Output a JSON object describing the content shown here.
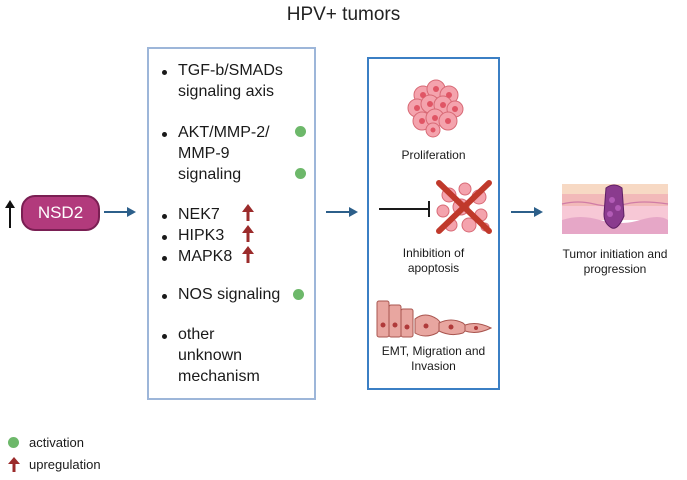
{
  "title": "HPV+ tumors",
  "source_node": {
    "label": "NSD2"
  },
  "mechanisms": [
    {
      "lines": [
        "TGF-b/SMADs",
        "signaling axis"
      ],
      "marker": "none"
    },
    {
      "lines": [
        "AKT/MMP-2/",
        "MMP-9",
        "signaling"
      ],
      "marker": "activation"
    },
    {
      "lines": [
        "NEK7"
      ],
      "marker": "upregulation"
    },
    {
      "lines": [
        "HIPK3"
      ],
      "marker": "upregulation"
    },
    {
      "lines": [
        "MAPK8"
      ],
      "marker": "upregulation"
    },
    {
      "lines": [
        "NOS signaling"
      ],
      "marker": "activation"
    },
    {
      "lines": [
        "other",
        "unknown",
        "mechanism"
      ],
      "marker": "none"
    }
  ],
  "effects": [
    {
      "label": "Proliferation",
      "icon": "tumor-cell-cluster-icon"
    },
    {
      "label_lines": [
        "Inhibition of",
        "apoptosis"
      ],
      "icon": "blocked-apoptosis-icon"
    },
    {
      "label_lines": [
        "EMT, Migration and",
        "Invasion"
      ],
      "icon": "epithelial-cells-migration-icon"
    }
  ],
  "outcome": {
    "label_lines": [
      "Tumor initiation and",
      "progression"
    ],
    "icon": "skin-tumor-icon"
  },
  "legend": [
    {
      "symbol": "green-dot",
      "label": "activation"
    },
    {
      "symbol": "red-up-arrow",
      "label": "upregulation"
    }
  ],
  "colors": {
    "nsd2_fill": "#b23a7c",
    "activation_dot": "#6db86a",
    "upregulation_arrow": "#9b2b2b",
    "flow_arrow": "#2c5f8a",
    "box1_border": "#9db6d9",
    "box2_border": "#3b7fc4"
  }
}
